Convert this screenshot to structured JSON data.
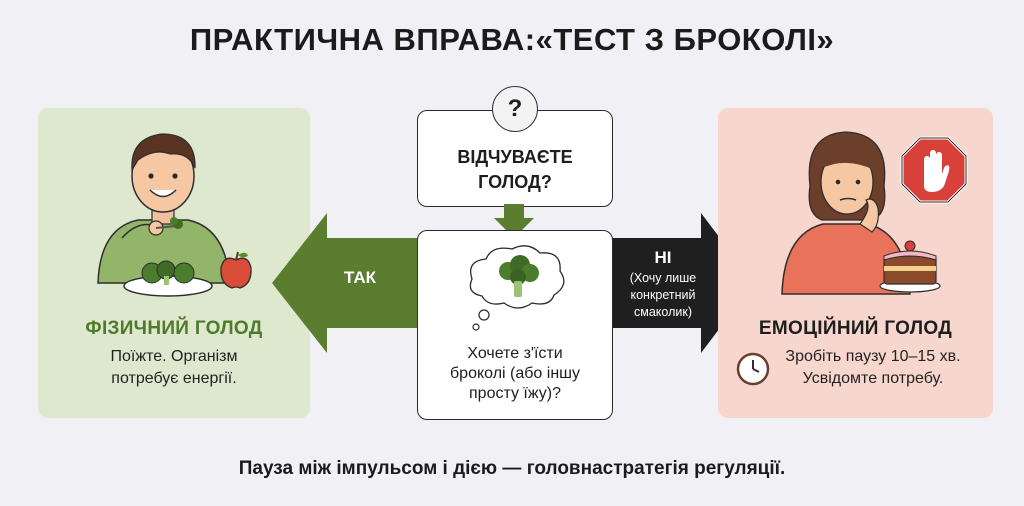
{
  "title": "ПРАКТИЧНА ВПРАВА:«ТЕСТ З БРОКОЛІ»",
  "question": {
    "line1": "ВІДЧУВАЄТЕ",
    "line2": "ГОЛОД?",
    "badge": "?"
  },
  "broccoli_box": {
    "line1": "Хочете з'їсти",
    "line2": "броколі (або іншу",
    "line3": "просту їжу)?"
  },
  "yes_arrow": {
    "label": "ТАК",
    "color": "#5a7d2f"
  },
  "no_arrow": {
    "label": "НІ",
    "sub1": "(Хочу лише",
    "sub2": "конкретний",
    "sub3": "смаколик)",
    "color": "#1f1f1f"
  },
  "physical": {
    "title": "ФІЗИЧНИЙ ГОЛОД",
    "line1": "Поїжте. Організм",
    "line2": "потребує енергії."
  },
  "emotional": {
    "title": "ЕМОЦІЙНИЙ ГОЛОД",
    "line1": "Зробіть паузу 10–15 хв.",
    "line2": "Усвідомте потребу."
  },
  "footer": "Пауза між імпульсом і дією — головнастратегія регуляції.",
  "colors": {
    "physical_bg": "#dde8cf",
    "emotional_bg": "#f7d6cd",
    "accent_green": "#5a7d2f"
  },
  "icons": [
    "man-eating-broccoli-illustration",
    "apple-icon",
    "question-badge-icon",
    "broccoli-thought-bubble-icon",
    "woman-thinking-illustration",
    "stop-hand-icon",
    "cake-icon",
    "clock-icon"
  ]
}
